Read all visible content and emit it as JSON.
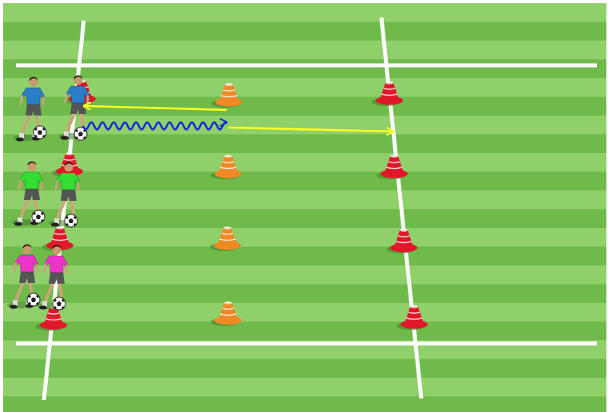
{
  "colors": {
    "grass_light": "#8fd06a",
    "grass_dark": "#6fba4a",
    "line": "#ffffff",
    "cone_red": "#e0182a",
    "cone_orange": "#f08a24",
    "arrow_pass": "#ffff22",
    "arrow_dribble": "#1a2bd6",
    "team_blue": "#2a7ec8",
    "team_green": "#33dd33",
    "team_pink": "#ee33cc",
    "shorts": "#555555",
    "ball": "#ffffff"
  },
  "diagram": {
    "groups": [
      {
        "team": "blue",
        "color_key": "team_blue",
        "players": 2
      },
      {
        "team": "green",
        "color_key": "team_green",
        "players": 2
      },
      {
        "team": "pink",
        "color_key": "team_pink",
        "players": 2
      }
    ],
    "cone_rows": 4,
    "cone_columns": [
      "red",
      "orange",
      "red"
    ],
    "arrows": [
      {
        "kind": "pass",
        "direction": "left"
      },
      {
        "kind": "dribble",
        "direction": "right"
      },
      {
        "kind": "pass",
        "direction": "right"
      }
    ]
  }
}
